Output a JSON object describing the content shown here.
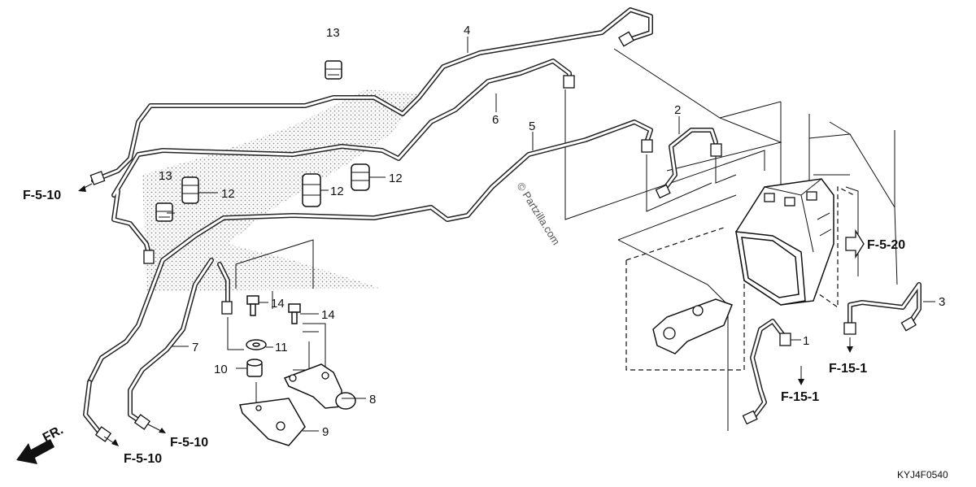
{
  "callouts": {
    "c1": "1",
    "c2": "2",
    "c3": "3",
    "c4": "4",
    "c5": "5",
    "c6": "6",
    "c7": "7",
    "c8": "8",
    "c9": "9",
    "c10": "10",
    "c11": "11",
    "c12a": "12",
    "c12b": "12",
    "c12c": "12",
    "c13a": "13",
    "c13b": "13",
    "c14a": "14",
    "c14b": "14"
  },
  "references": {
    "r1": "F-5-10",
    "r2": "F-5-10",
    "r3": "F-5-10",
    "r4": "F-5-20",
    "r5": "F-15-1",
    "r6": "F-15-1"
  },
  "front_label": "FR.",
  "watermark": "© Partzilla.com",
  "diagram_code": "KYJ4F0540"
}
